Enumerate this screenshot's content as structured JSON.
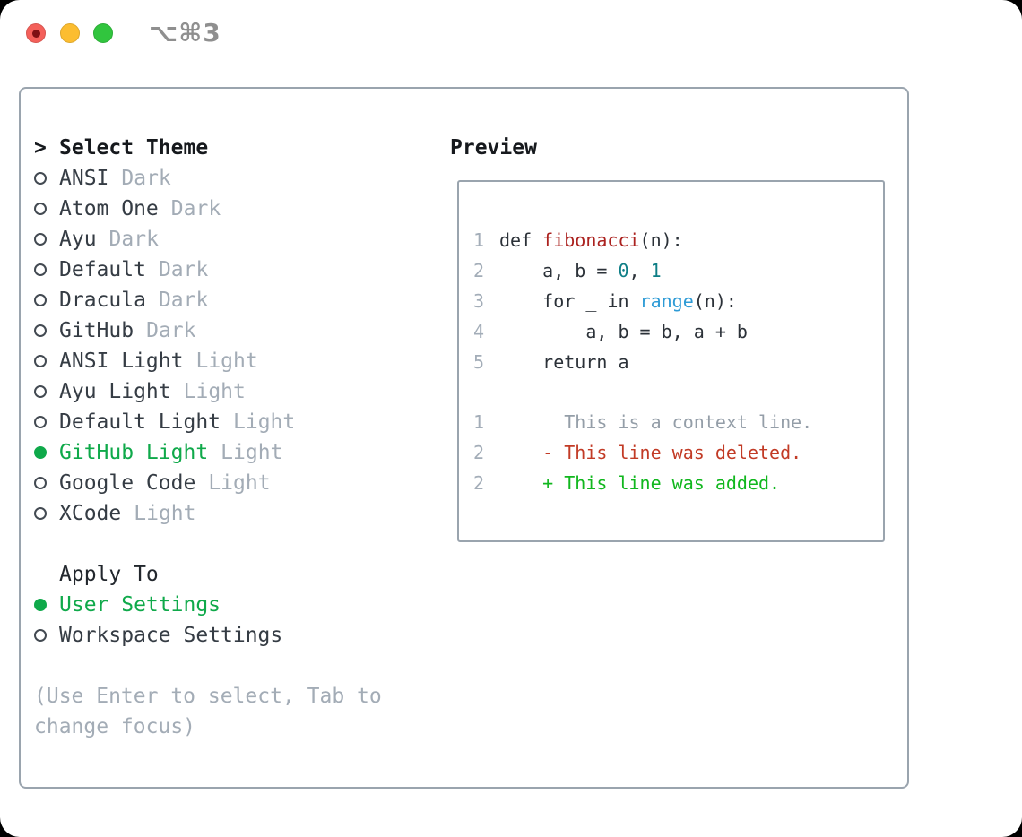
{
  "window": {
    "title": "⌥⌘3",
    "traffic_lights": [
      "close",
      "minimize",
      "zoom"
    ]
  },
  "colors": {
    "accent_green": "#0fa94a",
    "added_green": "#11b71e",
    "deleted_red": "#c23b26",
    "function_red": "#ab221f",
    "number_teal": "#0e7e86",
    "builtin_blue": "#2e9bd6",
    "muted_gray": "#a3acb6",
    "text_dark": "#353c44",
    "border_gray": "#9aa4ae",
    "light_red": "#f4605a",
    "light_yellow": "#fcbd30",
    "light_green": "#31c53e"
  },
  "theme_panel": {
    "header_prefix": ">",
    "header": "Select Theme",
    "items": [
      {
        "name": "ANSI",
        "tag": "Dark",
        "selected": false
      },
      {
        "name": "Atom One",
        "tag": "Dark",
        "selected": false
      },
      {
        "name": "Ayu",
        "tag": "Dark",
        "selected": false
      },
      {
        "name": "Default",
        "tag": "Dark",
        "selected": false
      },
      {
        "name": "Dracula",
        "tag": "Dark",
        "selected": false
      },
      {
        "name": "GitHub",
        "tag": "Dark",
        "selected": false
      },
      {
        "name": "ANSI Light",
        "tag": "Light",
        "selected": false
      },
      {
        "name": "Ayu Light",
        "tag": "Light",
        "selected": false
      },
      {
        "name": "Default Light",
        "tag": "Light",
        "selected": false
      },
      {
        "name": "GitHub Light",
        "tag": "Light",
        "selected": true
      },
      {
        "name": "Google Code",
        "tag": "Light",
        "selected": false
      },
      {
        "name": "XCode",
        "tag": "Light",
        "selected": false
      }
    ],
    "apply_to": {
      "header": "Apply To",
      "options": [
        {
          "label": "User Settings",
          "selected": true
        },
        {
          "label": "Workspace Settings",
          "selected": false
        }
      ]
    },
    "hint_lines": [
      "(Use Enter to select, Tab to",
      "change focus)"
    ]
  },
  "preview": {
    "header": "Preview",
    "code_lines": [
      {
        "no": "1",
        "tokens": [
          {
            "t": "def ",
            "c": "fg"
          },
          {
            "t": "fibonacci",
            "c": "func"
          },
          {
            "t": "(n):",
            "c": "fg"
          }
        ]
      },
      {
        "no": "2",
        "tokens": [
          {
            "t": "    a, b = ",
            "c": "fg"
          },
          {
            "t": "0",
            "c": "num"
          },
          {
            "t": ", ",
            "c": "fg"
          },
          {
            "t": "1",
            "c": "num"
          }
        ]
      },
      {
        "no": "3",
        "tokens": [
          {
            "t": "    for _ in ",
            "c": "fg"
          },
          {
            "t": "range",
            "c": "builtin"
          },
          {
            "t": "(n):",
            "c": "fg"
          }
        ]
      },
      {
        "no": "4",
        "tokens": [
          {
            "t": "        a, b = b, a + b",
            "c": "fg"
          }
        ]
      },
      {
        "no": "5",
        "tokens": [
          {
            "t": "    return a",
            "c": "fg"
          }
        ]
      }
    ],
    "diff_lines": [
      {
        "no": "1",
        "tokens": [
          {
            "t": "      This is a context line.",
            "c": "ctx"
          }
        ]
      },
      {
        "no": "2",
        "tokens": [
          {
            "t": "    - This line was deleted.",
            "c": "del"
          }
        ]
      },
      {
        "no": "2",
        "tokens": [
          {
            "t": "    + This line was added.",
            "c": "add"
          }
        ]
      }
    ]
  }
}
